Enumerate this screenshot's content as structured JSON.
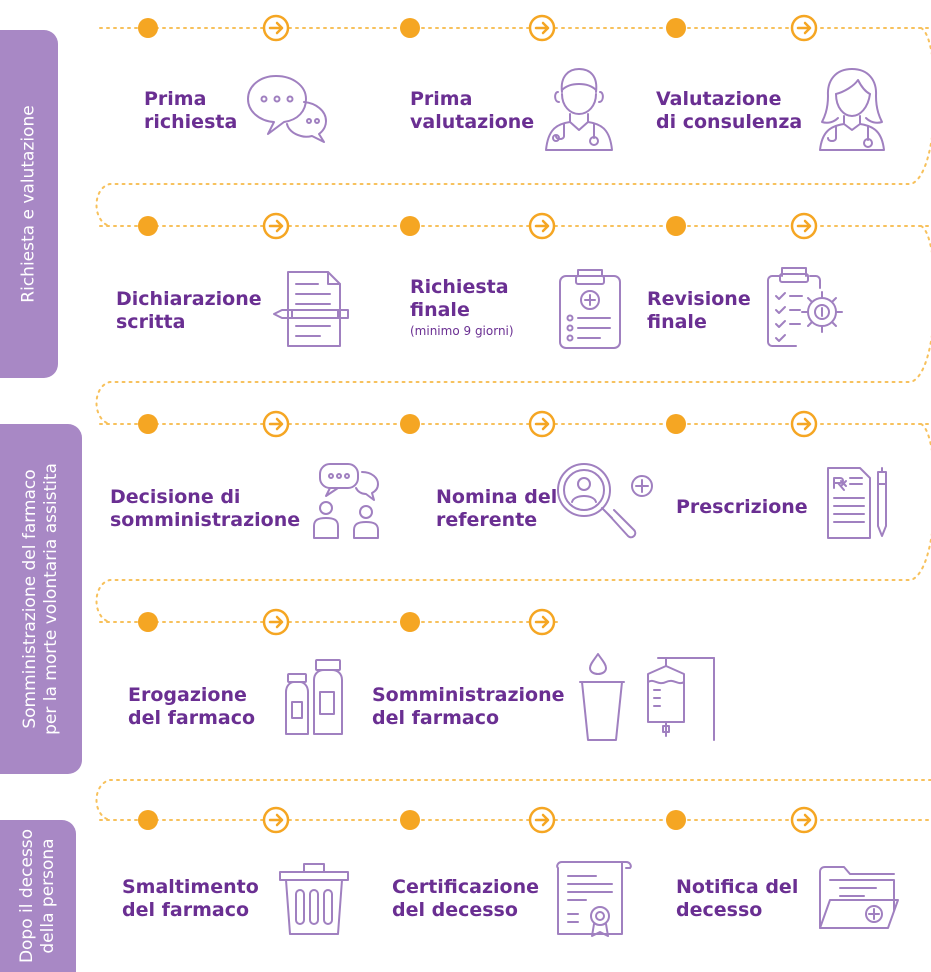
{
  "sections": [
    {
      "label_lines": [
        "Richiesta e valutazione"
      ]
    },
    {
      "label_lines": [
        "Somministrazione del farmaco",
        "per la morte volontaria assistita"
      ]
    },
    {
      "label_lines": [
        "Dopo il decesso",
        "della persona"
      ]
    }
  ],
  "steps": [
    {
      "lines": [
        "Prima",
        "richiesta"
      ],
      "icon": "speech-bubbles-icon"
    },
    {
      "lines": [
        "Prima",
        "valutazione"
      ],
      "icon": "doctor-icon"
    },
    {
      "lines": [
        "Valutazione",
        "di consulenza"
      ],
      "icon": "female-doctor-icon"
    },
    {
      "lines": [
        "Dichiarazione",
        "scritta"
      ],
      "icon": "document-pen-icon"
    },
    {
      "lines": [
        "Richiesta",
        "finale"
      ],
      "note": "(minimo 9 giorni)",
      "icon": "clipboard-medical-icon"
    },
    {
      "lines": [
        "Revisione",
        "finale"
      ],
      "icon": "checklist-gear-icon"
    },
    {
      "lines": [
        "Decisione di",
        "somministrazione"
      ],
      "icon": "people-discussion-icon"
    },
    {
      "lines": [
        "Nomina del",
        "referente"
      ],
      "icon": "search-person-icon"
    },
    {
      "lines": [
        "Prescrizione"
      ],
      "icon": "prescription-pen-icon"
    },
    {
      "lines": [
        "Erogazione",
        "del farmaco"
      ],
      "icon": "medicine-bottles-icon"
    },
    {
      "lines": [
        "Somministrazione",
        "del farmaco"
      ],
      "icon": "cup-iv-drip-icon"
    },
    {
      "lines": [
        "Smaltimento",
        "del farmaco"
      ],
      "icon": "trash-bin-icon"
    },
    {
      "lines": [
        "Certificazione",
        "del decesso"
      ],
      "icon": "certificate-icon"
    },
    {
      "lines": [
        "Notifica del",
        "decesso"
      ],
      "icon": "folder-add-icon"
    }
  ],
  "colors": {
    "sidebar": "#a888c5",
    "step_text": "#6a2f92",
    "timeline_dot": "#f5a623",
    "timeline_dotted": "#f7c15c",
    "icon_stroke": "#a080c0"
  }
}
